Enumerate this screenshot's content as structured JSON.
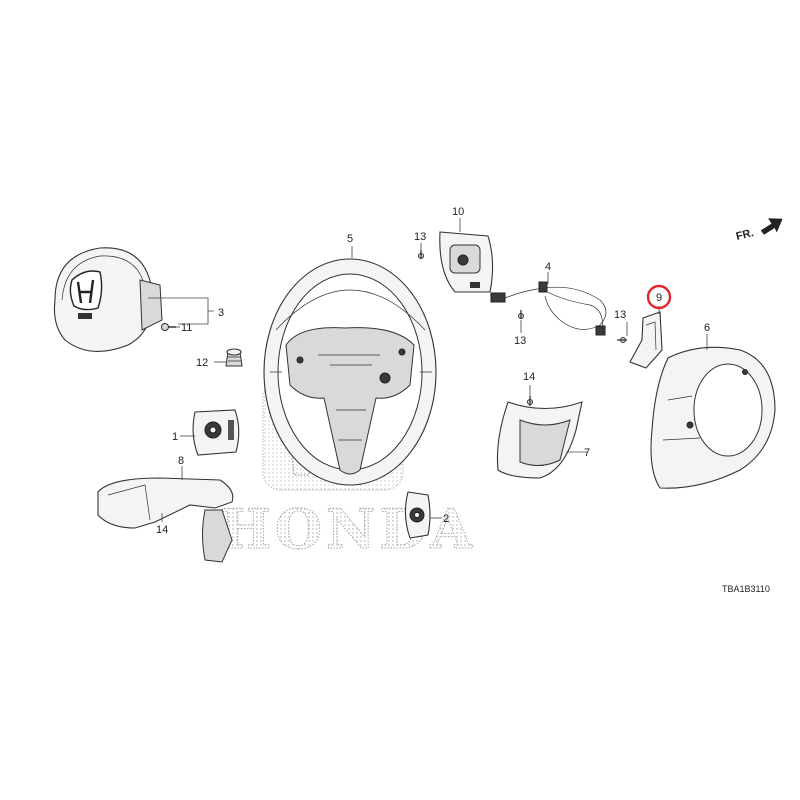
{
  "drawing_code": "TBA1B3110",
  "direction_label": "FR.",
  "watermark_text": "HONDA",
  "highlight_color": "#e0262b",
  "highlighted_part": "9",
  "callouts": {
    "c1": "1",
    "c2": "2",
    "c3": "3",
    "c4": "4",
    "c5": "5",
    "c6": "6",
    "c7": "7",
    "c8": "8",
    "c9": "9",
    "c10": "10",
    "c11": "11",
    "c12": "12",
    "c13a": "13",
    "c13b": "13",
    "c13c": "13",
    "c14a": "14",
    "c14b": "14"
  }
}
